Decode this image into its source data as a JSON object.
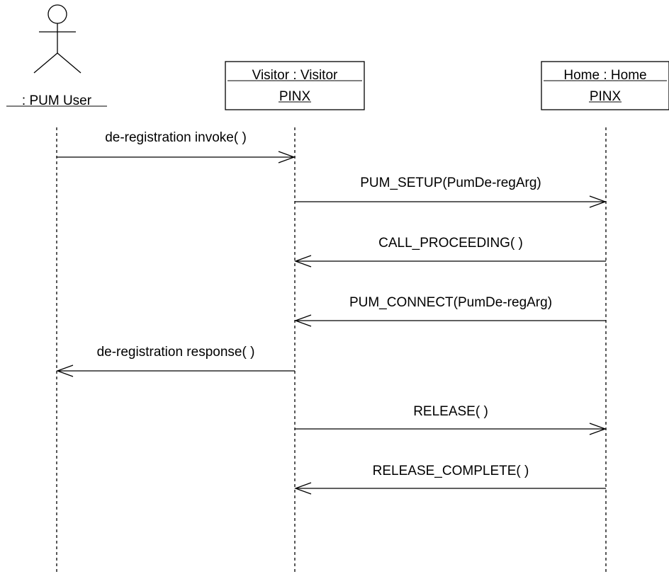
{
  "actor": {
    "label": ": PUM User"
  },
  "objects": [
    {
      "id": "visitor",
      "line1": "Visitor : Visitor",
      "line2": "PINX"
    },
    {
      "id": "home",
      "line1": "Home : Home",
      "line2": "PINX"
    }
  ],
  "messages": [
    {
      "label": "de-registration invoke( )",
      "from": "user",
      "to": "visitor"
    },
    {
      "label": "PUM_SETUP(PumDe-regArg)",
      "from": "visitor",
      "to": "home"
    },
    {
      "label": "CALL_PROCEEDING( )",
      "from": "home",
      "to": "visitor"
    },
    {
      "label": "PUM_CONNECT(PumDe-regArg)",
      "from": "home",
      "to": "visitor"
    },
    {
      "label": "de-registration response( )",
      "from": "visitor",
      "to": "user"
    },
    {
      "label": "RELEASE( )",
      "from": "visitor",
      "to": "home"
    },
    {
      "label": "RELEASE_COMPLETE( )",
      "from": "home",
      "to": "visitor"
    }
  ]
}
